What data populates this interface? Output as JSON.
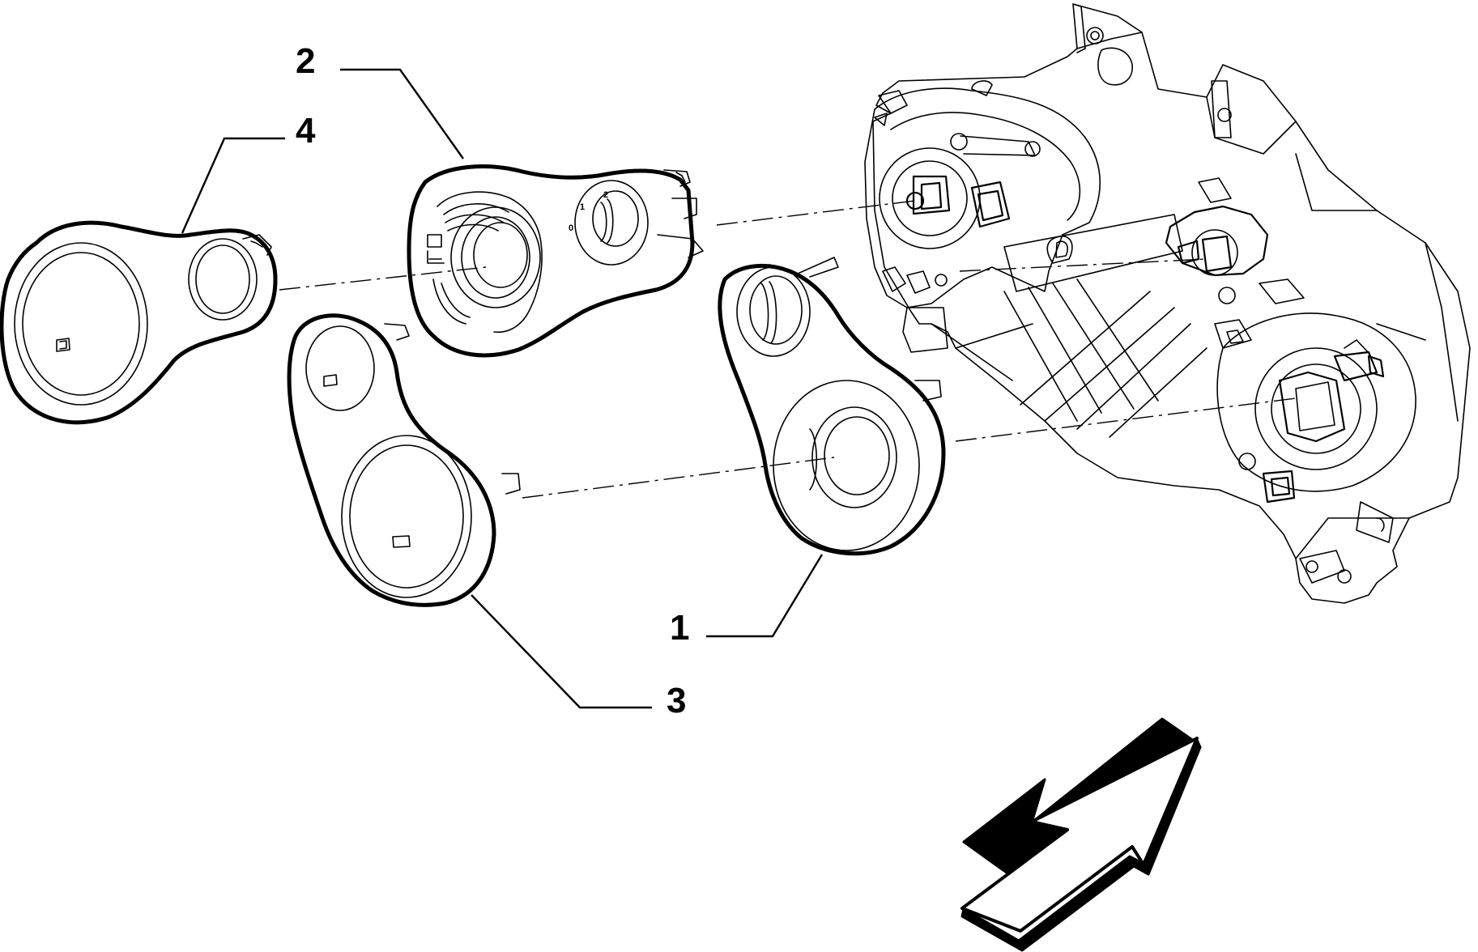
{
  "callouts": {
    "c1": "1",
    "c2": "2",
    "c3": "3",
    "c4": "4"
  },
  "dial_marks": {
    "m0": "0",
    "m1": "1",
    "m2": "2"
  },
  "colors": {
    "line": "#000000",
    "background": "#ffffff"
  },
  "icons": {
    "direction": "view-direction-arrow-icon"
  }
}
